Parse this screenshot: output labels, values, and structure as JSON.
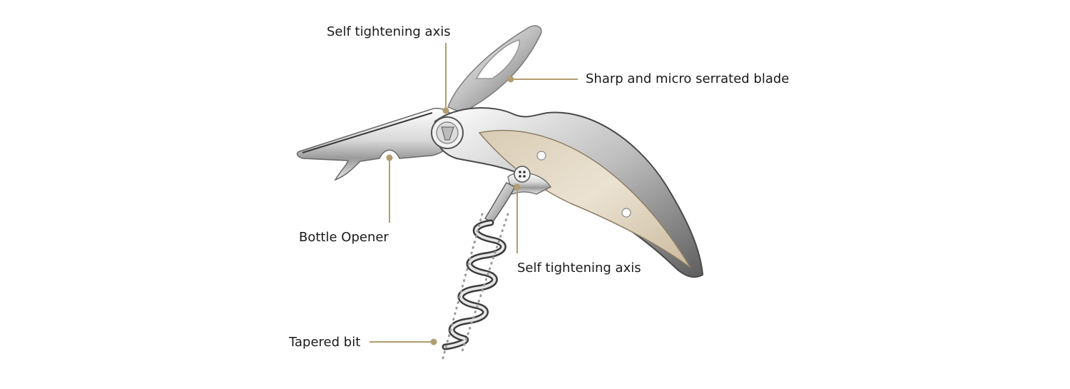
{
  "callouts": [
    {
      "id": "axis-top",
      "text": "Self tightening axis"
    },
    {
      "id": "blade",
      "text": "Sharp and micro serrated blade"
    },
    {
      "id": "bottle-opener",
      "text": "Bottle Opener"
    },
    {
      "id": "axis-bottom",
      "text": "Self tightening axis"
    },
    {
      "id": "tapered-bit",
      "text": "Tapered bit"
    }
  ],
  "colors": {
    "leader": "#b29d6e",
    "steel_light": "#f4f4f4",
    "steel_mid": "#c9c9c9",
    "steel_dark": "#6f6f6f",
    "horn": "#e2d6c1"
  }
}
